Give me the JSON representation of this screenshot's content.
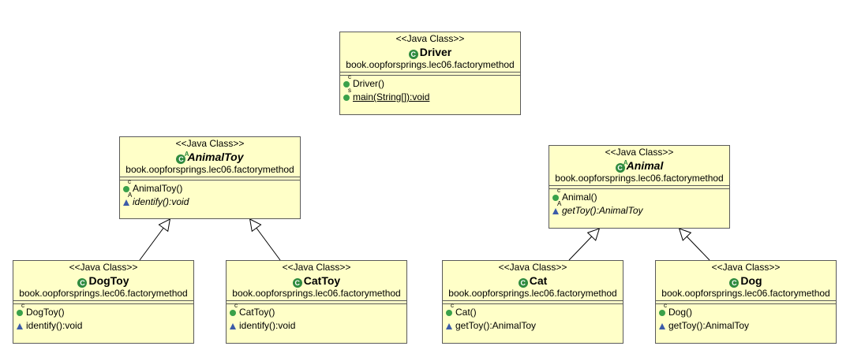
{
  "stereotype": "<<Java Class>>",
  "package": "book.oopforsprings.lec06.factorymethod",
  "classes": {
    "driver": {
      "name": "Driver",
      "abstract": false,
      "ops": [
        {
          "sig": "Driver()",
          "vis": "public",
          "mod": "c"
        },
        {
          "sig": "main(String[]):void",
          "vis": "public",
          "mod": "s",
          "static": true
        }
      ]
    },
    "animaltoy": {
      "name": "AnimalToy",
      "abstract": true,
      "ops": [
        {
          "sig": "AnimalToy()",
          "vis": "public",
          "mod": "c"
        },
        {
          "sig": "identify():void",
          "vis": "package",
          "mod": "A",
          "abstract": true
        }
      ]
    },
    "animal": {
      "name": "Animal",
      "abstract": true,
      "ops": [
        {
          "sig": "Animal()",
          "vis": "public",
          "mod": "c"
        },
        {
          "sig": "getToy():AnimalToy",
          "vis": "package",
          "mod": "A",
          "abstract": true
        }
      ]
    },
    "dogtoy": {
      "name": "DogToy",
      "abstract": false,
      "ops": [
        {
          "sig": "DogToy()",
          "vis": "public",
          "mod": "c"
        },
        {
          "sig": "identify():void",
          "vis": "package",
          "mod": ""
        }
      ]
    },
    "cattoy": {
      "name": "CatToy",
      "abstract": false,
      "ops": [
        {
          "sig": "CatToy()",
          "vis": "public",
          "mod": "c"
        },
        {
          "sig": "identify():void",
          "vis": "package",
          "mod": ""
        }
      ]
    },
    "cat": {
      "name": "Cat",
      "abstract": false,
      "ops": [
        {
          "sig": "Cat()",
          "vis": "public",
          "mod": "c"
        },
        {
          "sig": "getToy():AnimalToy",
          "vis": "package",
          "mod": ""
        }
      ]
    },
    "dog": {
      "name": "Dog",
      "abstract": false,
      "ops": [
        {
          "sig": "Dog()",
          "vis": "public",
          "mod": "c"
        },
        {
          "sig": "getToy():AnimalToy",
          "vis": "package",
          "mod": ""
        }
      ]
    }
  },
  "generalizations": [
    {
      "from": "dogtoy",
      "to": "animaltoy"
    },
    {
      "from": "cattoy",
      "to": "animaltoy"
    },
    {
      "from": "cat",
      "to": "animal"
    },
    {
      "from": "dog",
      "to": "animal"
    }
  ],
  "colors": {
    "box_fill": "#ffffc8",
    "border": "#5a5a5a",
    "class_icon": "#2f8b3f",
    "public_icon": "#3aa14a",
    "package_icon": "#3c5ba8"
  }
}
